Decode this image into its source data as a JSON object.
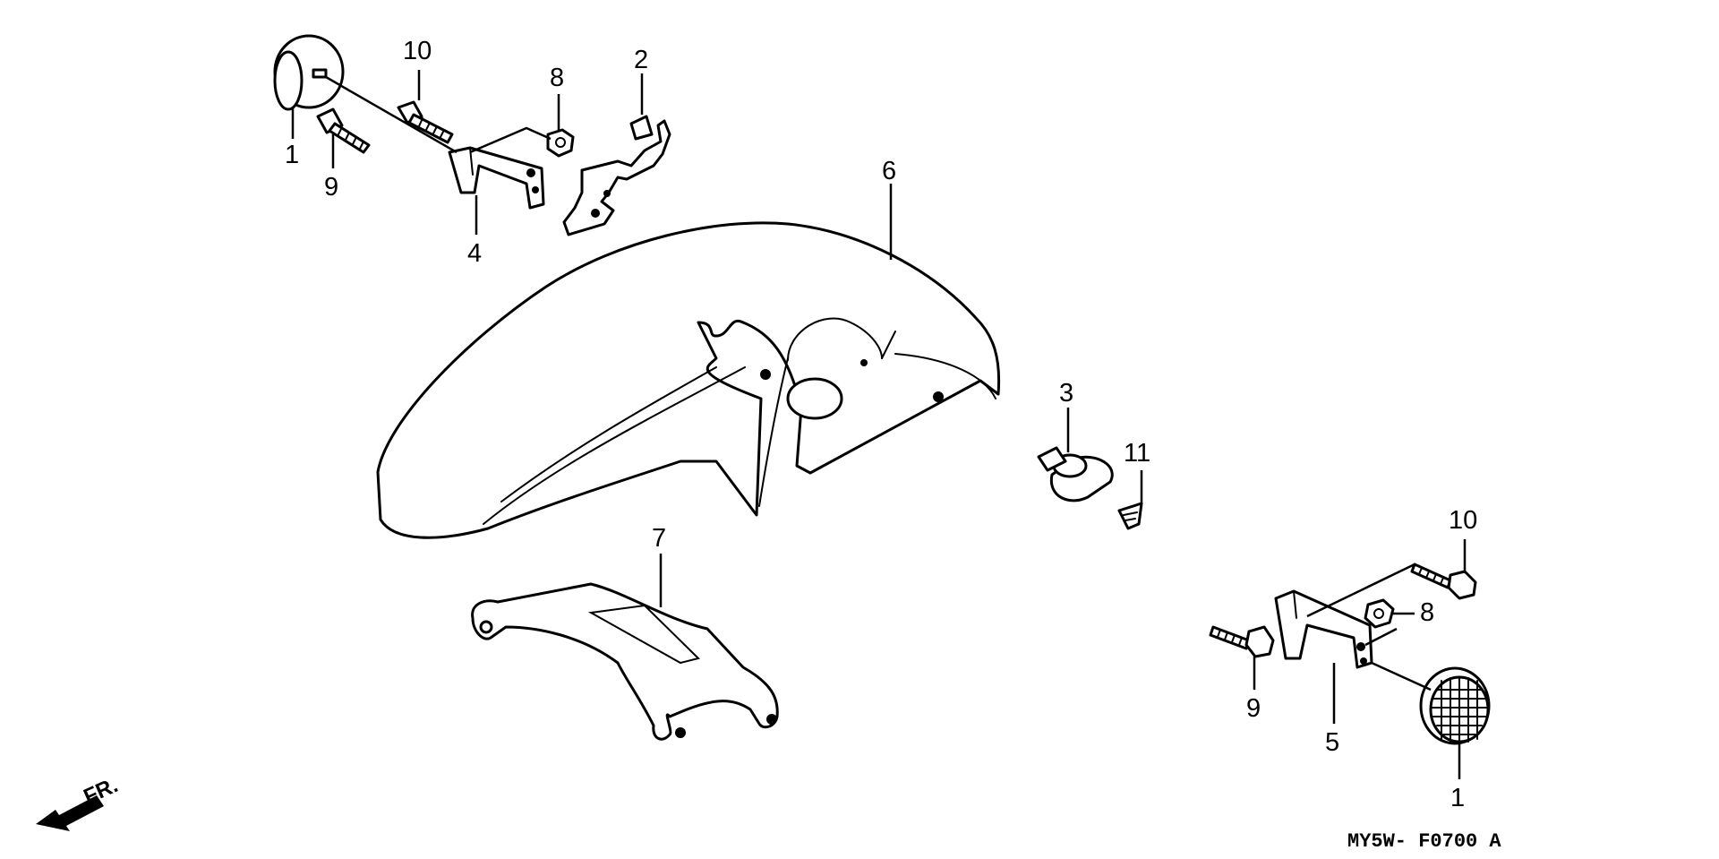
{
  "diagram": {
    "part_numbers": {
      "p1": "1",
      "p2": "2",
      "p3": "3",
      "p4": "4",
      "p5": "5",
      "p6": "6",
      "p7": "7",
      "p8": "8",
      "p9": "9",
      "p10": "10",
      "p11": "11"
    },
    "front_indicator": "FR.",
    "diagram_code": "MY5W- F0700 A"
  }
}
